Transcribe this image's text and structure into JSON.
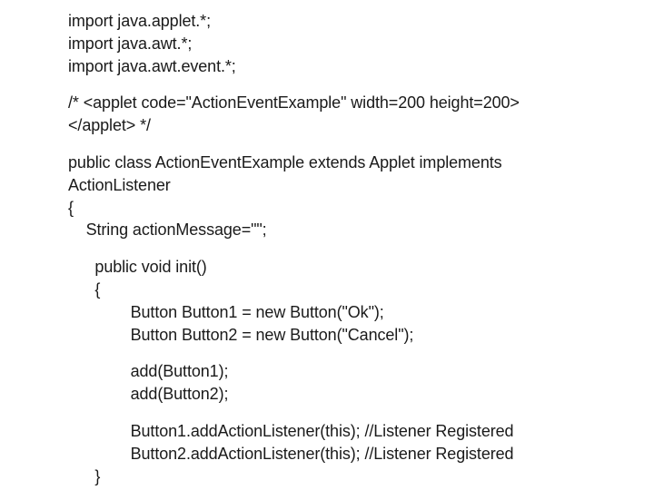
{
  "page": {
    "background_color": "#ffffff",
    "text_color": "#1a1a1a"
  },
  "code_block": {
    "language": "java",
    "lines": [
      "import java.applet.*;",
      "import java.awt.*;",
      "import java.awt.event.*;",
      "",
      "/* <applet code=\"ActionEventExample\" width=200 height=200>",
      "</applet> */",
      "",
      "public class ActionEventExample extends Applet implements",
      "ActionListener",
      "{",
      "    String actionMessage=\"\";",
      "",
      "      public void init()",
      "      {",
      "              Button Button1 = new Button(\"Ok\");",
      "              Button Button2 = new Button(\"Cancel\");",
      "",
      "              add(Button1);",
      "              add(Button2);",
      "",
      "              Button1.addActionListener(this); //Listener Registered",
      "              Button2.addActionListener(this); //Listener Registered",
      "      }"
    ]
  }
}
